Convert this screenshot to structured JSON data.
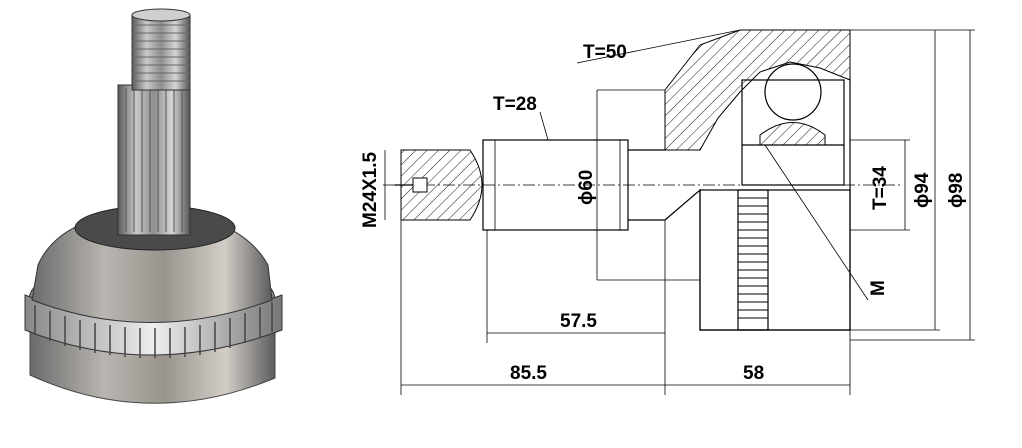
{
  "product": {
    "photo_icon": "cv-joint-photo"
  },
  "dimensions": {
    "thread": "M24X1.5",
    "shaft_length": "T=28",
    "boot_width": "T=50",
    "splined_length": "57.5",
    "outer_length": "85.5",
    "housing_length": "58",
    "shaft_diameter": "ϕ60",
    "inner_spline": "T=34",
    "ring_diameter": "ϕ94",
    "housing_diameter": "ϕ98",
    "center_mark": "M"
  },
  "colors": {
    "background": "#ffffff",
    "line": "#000000",
    "metal_dark": "#3a3a3a",
    "metal_light": "#b8b8b8"
  }
}
